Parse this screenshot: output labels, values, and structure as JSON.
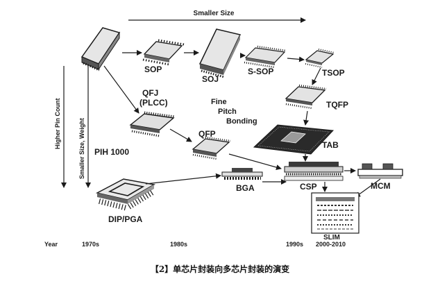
{
  "diagram": {
    "top_arrow_label": "Smaller Size",
    "left_axis_outer": "Higher Pin Count",
    "left_axis_inner": "Smaller Size, Weight",
    "packages": {
      "sop": "SOP",
      "soj": "SOJ",
      "ssop": "S-SOP",
      "tsop": "TSOP",
      "qfj": "QFJ",
      "plcc": "(PLCC)",
      "tqfp": "TQFP",
      "qfp": "QFP",
      "tab": "TAB",
      "pih": "PIH 1000",
      "bga": "BGA",
      "csp": "CSP",
      "mcm": "MCM",
      "dip_pga": "DIP/PGA",
      "slim": "SLIM",
      "fine_pitch": [
        "Fine",
        "Pitch",
        "Bonding"
      ]
    },
    "timeline": {
      "label": "Year",
      "years": [
        "1970s",
        "1980s",
        "1990s",
        "2000-2010"
      ]
    },
    "caption": "【2】单芯片封装向多芯片封装的演变"
  }
}
